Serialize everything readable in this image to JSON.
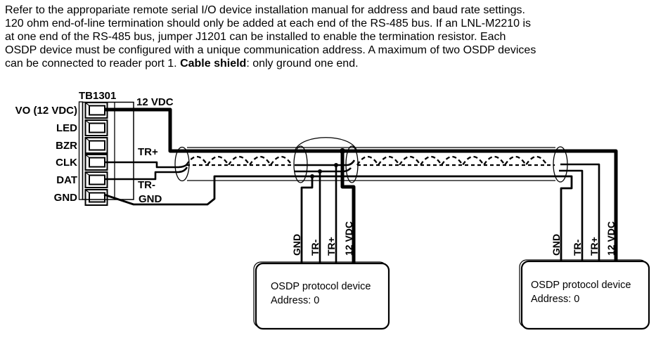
{
  "paragraph": {
    "intro": "Refer to the appropariate remote serial I/O device installation manual for address and baud rate settings.\n120 ohm end-of-line termination should only be added at each end of the RS-485 bus. If an LNL-M2210 is\nat one end of the RS-485 bus, jumper J1201 can be installed to enable the termination resistor. Each\nOSDP device must be configured with a unique communication address. A maximum of two OSDP devices\ncan be connected to reader port 1. ",
    "bold": "Cable shield",
    "outro": ": only ground one end."
  },
  "terminal_block": {
    "title": "TB1301",
    "pins": [
      "VO (12 VDC)",
      "LED",
      "BZR",
      "CLK",
      "DAT",
      "GND"
    ]
  },
  "wire_labels": {
    "power": "12 VDC",
    "tr_plus": "TR+",
    "tr_minus": "TR-",
    "gnd": "GND"
  },
  "devices": [
    {
      "name": "OSDP protocol device",
      "address": "Address: 0",
      "wires": [
        "GND",
        "TR-",
        "TR+",
        "12 VDC"
      ]
    },
    {
      "name": "OSDP protocol device",
      "address": "Address: 0",
      "wires": [
        "GND",
        "TR-",
        "TR+",
        "12 VDC"
      ]
    }
  ],
  "colors": {
    "line": "#000000",
    "background": "#ffffff"
  }
}
